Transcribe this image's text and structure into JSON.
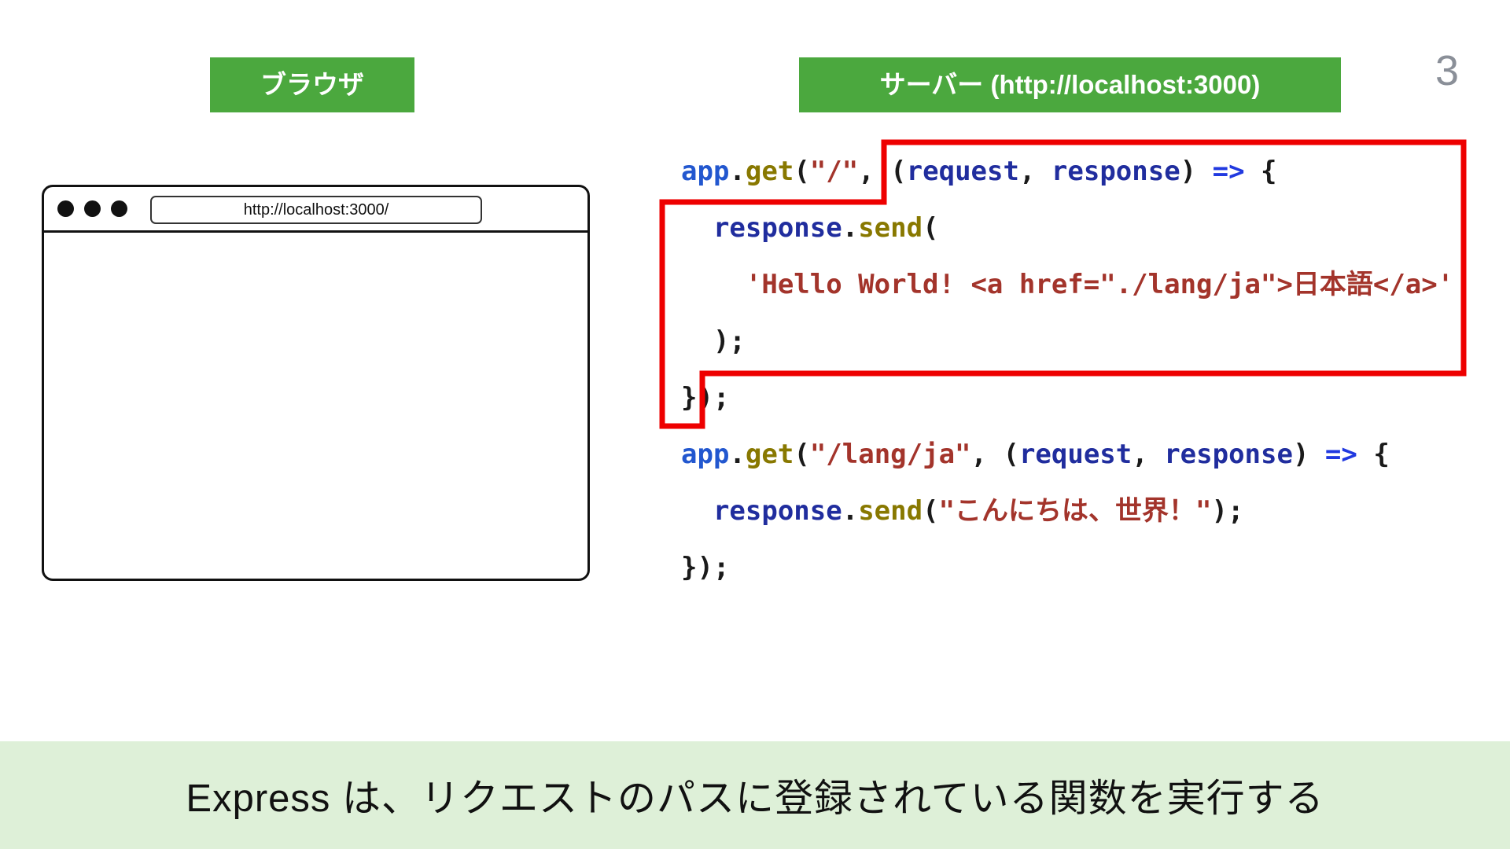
{
  "page_number": "3",
  "labels": {
    "browser": "ブラウザ",
    "server": "サーバー (http://localhost:3000)"
  },
  "browser_window": {
    "url": "http://localhost:3000/"
  },
  "code": {
    "lines": [
      [
        {
          "t": "app",
          "c": "obj"
        },
        {
          "t": ".",
          "c": "plain"
        },
        {
          "t": "get",
          "c": "method"
        },
        {
          "t": "(",
          "c": "plain"
        },
        {
          "t": "\"/\"",
          "c": "str"
        },
        {
          "t": ", (",
          "c": "plain"
        },
        {
          "t": "request",
          "c": "param"
        },
        {
          "t": ", ",
          "c": "plain"
        },
        {
          "t": "response",
          "c": "param"
        },
        {
          "t": ") ",
          "c": "plain"
        },
        {
          "t": "=>",
          "c": "arrow"
        },
        {
          "t": " {",
          "c": "plain"
        }
      ],
      [
        {
          "t": "  ",
          "c": "plain"
        },
        {
          "t": "response",
          "c": "param"
        },
        {
          "t": ".",
          "c": "plain"
        },
        {
          "t": "send",
          "c": "method"
        },
        {
          "t": "(",
          "c": "plain"
        }
      ],
      [
        {
          "t": "    ",
          "c": "plain"
        },
        {
          "t": "'Hello World! <a href=\"./lang/ja\">日本語</a>'",
          "c": "str"
        }
      ],
      [
        {
          "t": "  );",
          "c": "plain"
        }
      ],
      [
        {
          "t": "});",
          "c": "plain"
        }
      ],
      [
        {
          "t": "app",
          "c": "obj"
        },
        {
          "t": ".",
          "c": "plain"
        },
        {
          "t": "get",
          "c": "method"
        },
        {
          "t": "(",
          "c": "plain"
        },
        {
          "t": "\"/lang/ja\"",
          "c": "str"
        },
        {
          "t": ", (",
          "c": "plain"
        },
        {
          "t": "request",
          "c": "param"
        },
        {
          "t": ", ",
          "c": "plain"
        },
        {
          "t": "response",
          "c": "param"
        },
        {
          "t": ") ",
          "c": "plain"
        },
        {
          "t": "=>",
          "c": "arrow"
        },
        {
          "t": " {",
          "c": "plain"
        }
      ],
      [
        {
          "t": "  ",
          "c": "plain"
        },
        {
          "t": "response",
          "c": "param"
        },
        {
          "t": ".",
          "c": "plain"
        },
        {
          "t": "send",
          "c": "method"
        },
        {
          "t": "(",
          "c": "plain"
        },
        {
          "t": "\"こんにちは、世界！\"",
          "c": "str"
        },
        {
          "t": ");",
          "c": "plain"
        }
      ],
      [
        {
          "t": "});",
          "c": "plain"
        }
      ]
    ]
  },
  "caption": "Express は、リクエストのパスに登録されている関数を実行する",
  "colors": {
    "badge_green": "#4ba83e",
    "banner_green": "#def0d8",
    "annotation_red": "#ee0000",
    "page_number_gray": "#8a8f98",
    "tok_obj": "#2257cf",
    "tok_method": "#887800",
    "tok_str": "#a3342b",
    "tok_param": "#202d9e",
    "tok_arrow": "#2139e0",
    "tok_plain": "#1a1a1a"
  }
}
